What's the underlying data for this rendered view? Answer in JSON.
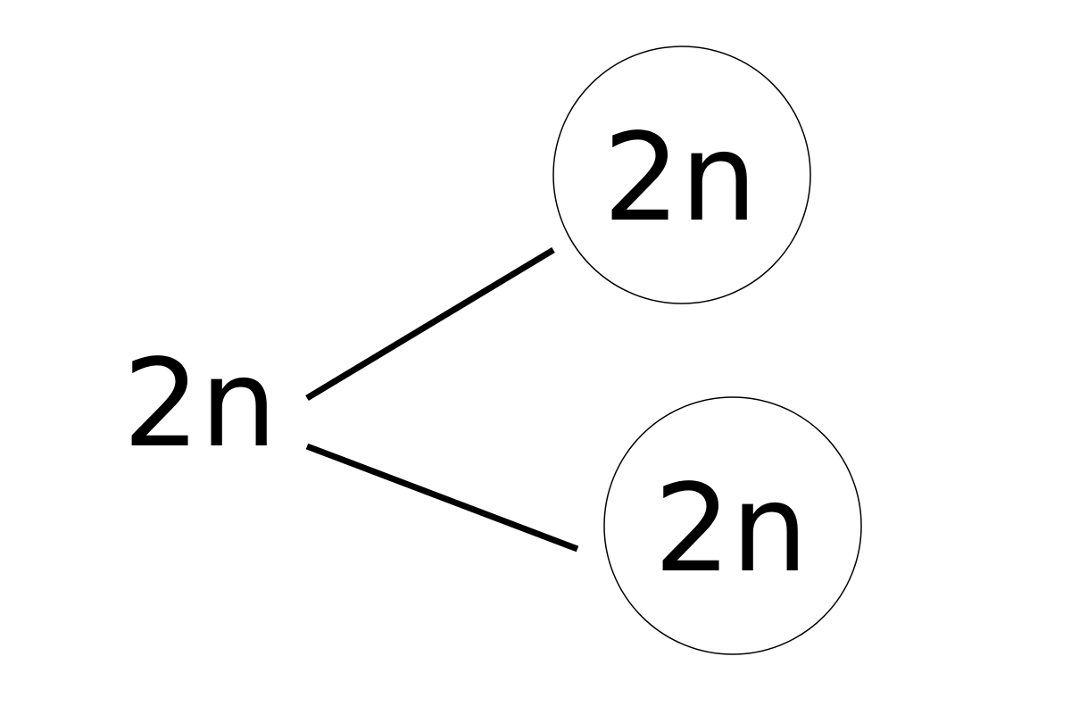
{
  "diagram": {
    "root": {
      "label": "2n"
    },
    "children": [
      {
        "label": "2n",
        "shape": "circle"
      },
      {
        "label": "2n",
        "shape": "circle"
      }
    ],
    "colors": {
      "stroke": "#000000",
      "text": "#000000",
      "background": "#ffffff"
    }
  }
}
